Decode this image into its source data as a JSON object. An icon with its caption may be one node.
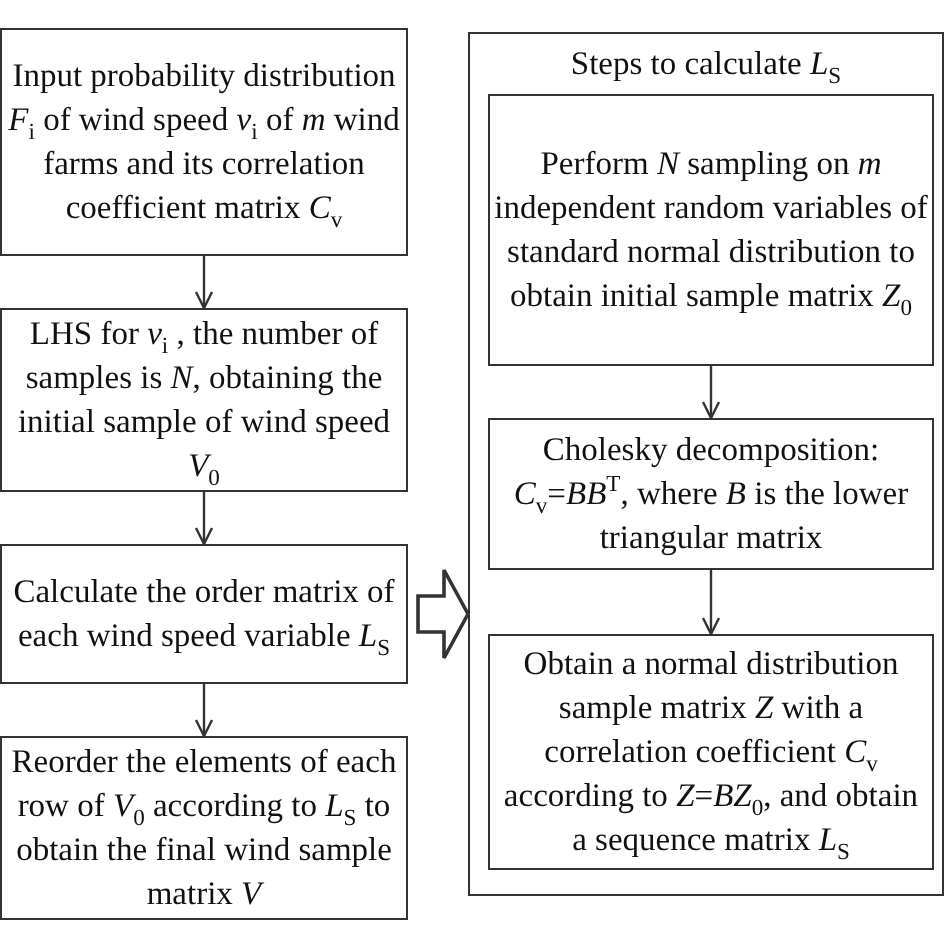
{
  "diagram": {
    "nodes": [
      {
        "text": [
          "Input probability distribution *F*$_{i}$ of wind speed *v*$_{i}$ of *m* wind farms and its correlation coefficient matrix  *C*$_{v}$"
        ]
      },
      {
        "text": [
          "LHS for *v*$_{i}$ , the number of samples is *N*, obtaining the initial sample of wind speed *V*$_{0}$"
        ]
      },
      {
        "text": [
          "Calculate the order matrix of each wind speed variable *L*$_{S}$"
        ]
      },
      {
        "text": [
          "Reorder the elements of each row of *V*$_{0}$ according to *L*$_{S}$ to obtain the final wind sample matrix *V*"
        ]
      },
      {
        "text": [
          "Steps to calculate *L*$_{S}$"
        ]
      },
      {
        "text": [
          "Perform *N* sampling on *m* independent random variables of standard normal distribution to obtain initial sample matrix *Z*$_{0}$"
        ],
        "in": 4
      },
      {
        "text": [
          "Cholesky decomposition: *C*$_{v}$=*BB*$^{T}$, where *B* is the lower triangular matrix"
        ],
        "in": 4
      },
      {
        "text": [
          "Obtain a normal distribution sample matrix *Z* with a correlation coefficient *C*$_{v}$ according to *Z*=*BZ*$_{0}$, and obtain a sequence matrix *L*$_{S}$"
        ],
        "in": 4
      }
    ],
    "edges": [
      {
        "from": 0,
        "to": 1,
        "arrow": "to"
      },
      {
        "from": 1,
        "to": 2,
        "arrow": "to"
      },
      {
        "from": 2,
        "to": 3,
        "arrow": "to"
      },
      {
        "from": 2,
        "to": 4,
        "arrow": "to",
        "style": "thick"
      },
      {
        "from": 5,
        "to": 6,
        "arrow": "to"
      },
      {
        "from": 6,
        "to": 7,
        "arrow": "to"
      }
    ]
  }
}
